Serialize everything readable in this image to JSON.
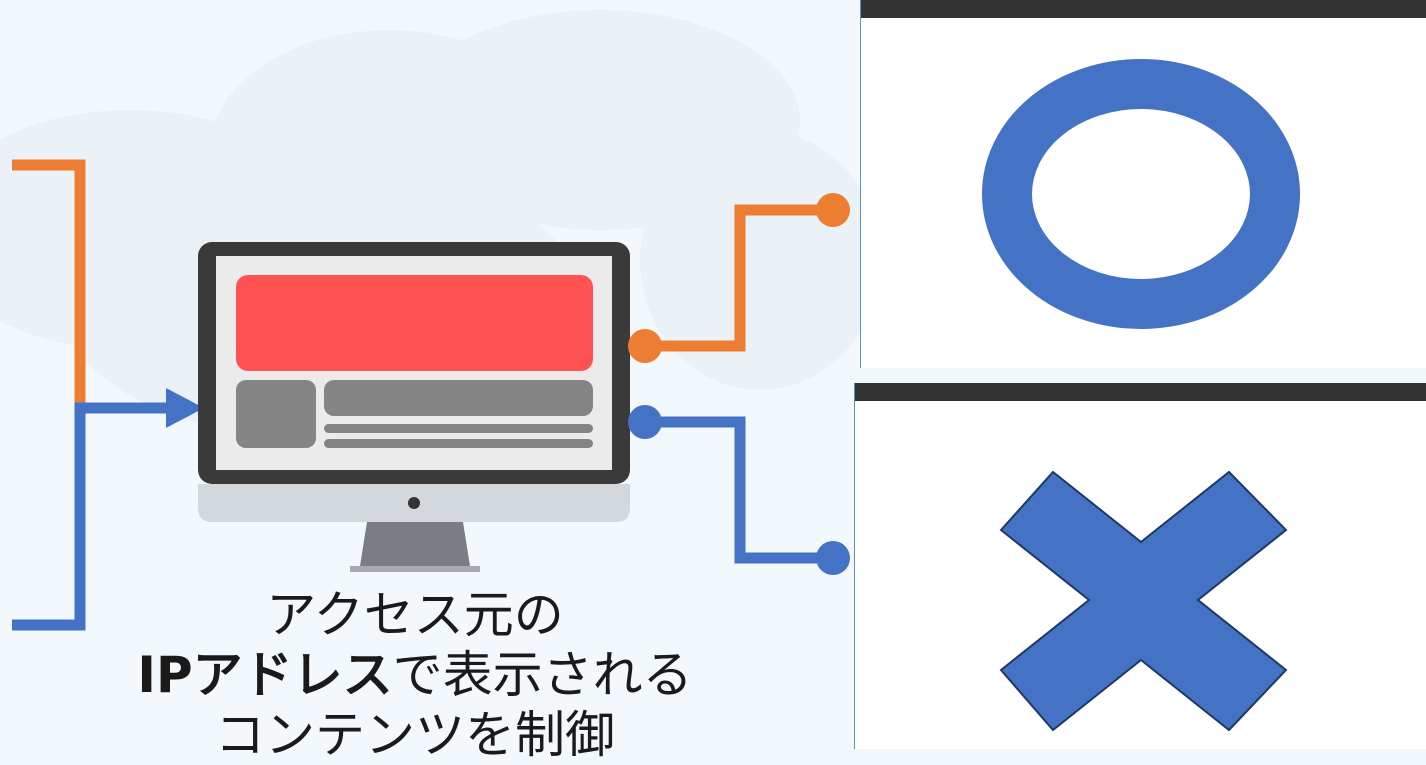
{
  "caption": {
    "line1": "アクセス元の",
    "line2_bold": "IPアドレス",
    "line2_rest": "で表示される",
    "line3": "コンテンツを制御"
  },
  "results": {
    "allowed_symbol": "circle",
    "denied_symbol": "cross"
  },
  "colors": {
    "orange_line": "#ed7d31",
    "blue_line": "#4472c4",
    "banner_red": "#ff5252",
    "monitor_bezel": "#3a3a3a"
  }
}
